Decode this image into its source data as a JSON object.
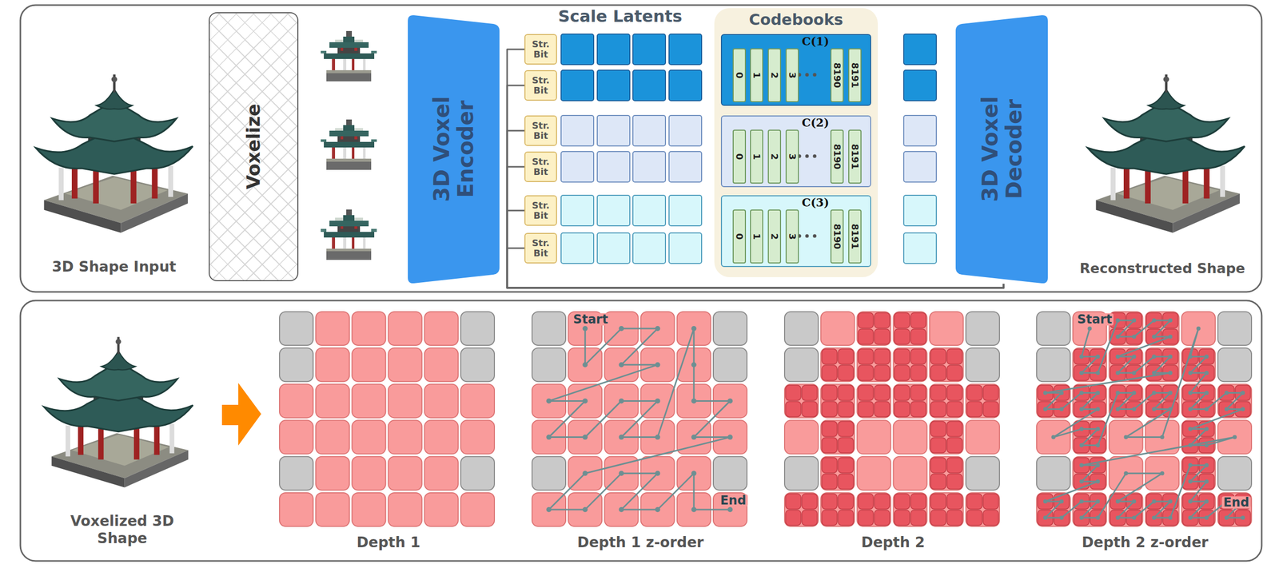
{
  "diagram": {
    "nodes": [
      {
        "text": [
          "Voxelize"
        ]
      },
      {
        "text": [
          "3D Voxel Encoder"
        ]
      },
      {
        "text": [
          "Str. Bit"
        ]
      },
      {
        "text": [
          "Str. Bit"
        ]
      },
      {
        "text": [
          "Str. Bit"
        ]
      },
      {
        "text": [
          "Str. Bit"
        ]
      },
      {
        "text": [
          "Str. Bit"
        ]
      },
      {
        "text": [
          "Str. Bit"
        ]
      },
      {
        "text": [
          "Codebooks"
        ]
      },
      {
        "text": [
          "C(1)"
        ],
        "in": 8
      },
      {
        "text": [
          "0"
        ],
        "in": 9
      },
      {
        "text": [
          "1"
        ],
        "in": 9
      },
      {
        "text": [
          "2"
        ],
        "in": 9
      },
      {
        "text": [
          "3"
        ],
        "in": 9
      },
      {
        "text": [
          "8190"
        ],
        "in": 9
      },
      {
        "text": [
          "8191"
        ],
        "in": 9
      },
      {
        "text": [
          "C(2)"
        ],
        "in": 8
      },
      {
        "text": [
          "0"
        ],
        "in": 16
      },
      {
        "text": [
          "1"
        ],
        "in": 16
      },
      {
        "text": [
          "2"
        ],
        "in": 16
      },
      {
        "text": [
          "3"
        ],
        "in": 16
      },
      {
        "text": [
          "8190"
        ],
        "in": 16
      },
      {
        "text": [
          "8191"
        ],
        "in": 16
      },
      {
        "text": [
          "C(3)"
        ],
        "in": 8
      },
      {
        "text": [
          "0"
        ],
        "in": 23
      },
      {
        "text": [
          "1"
        ],
        "in": 23
      },
      {
        "text": [
          "2"
        ],
        "in": 23
      },
      {
        "text": [
          "3"
        ],
        "in": 23
      },
      {
        "text": [
          "8190"
        ],
        "in": 23
      },
      {
        "text": [
          "8191"
        ],
        "in": 23
      },
      {
        "text": [
          "3D Voxel Decoder"
        ]
      }
    ],
    "edges": [
      {
        "from": 2,
        "to": 30,
        "arrow": "none"
      },
      {
        "from": 3,
        "to": 30,
        "arrow": "none"
      },
      {
        "from": 4,
        "to": 30,
        "arrow": "none"
      },
      {
        "from": 5,
        "to": 30,
        "arrow": "none"
      },
      {
        "from": 6,
        "to": 30,
        "arrow": "none"
      },
      {
        "from": 7,
        "to": 30,
        "arrow": "none"
      }
    ],
    "labels": [
      "3D Shape Input",
      "Scale Latents",
      "Reconstructed Shape",
      "Voxelized 3D Shape",
      "Depth 1",
      "Start",
      "End",
      "Depth 1 z-order",
      "Depth 2",
      "Start",
      "End",
      "Depth 2 z-order"
    ]
  }
}
